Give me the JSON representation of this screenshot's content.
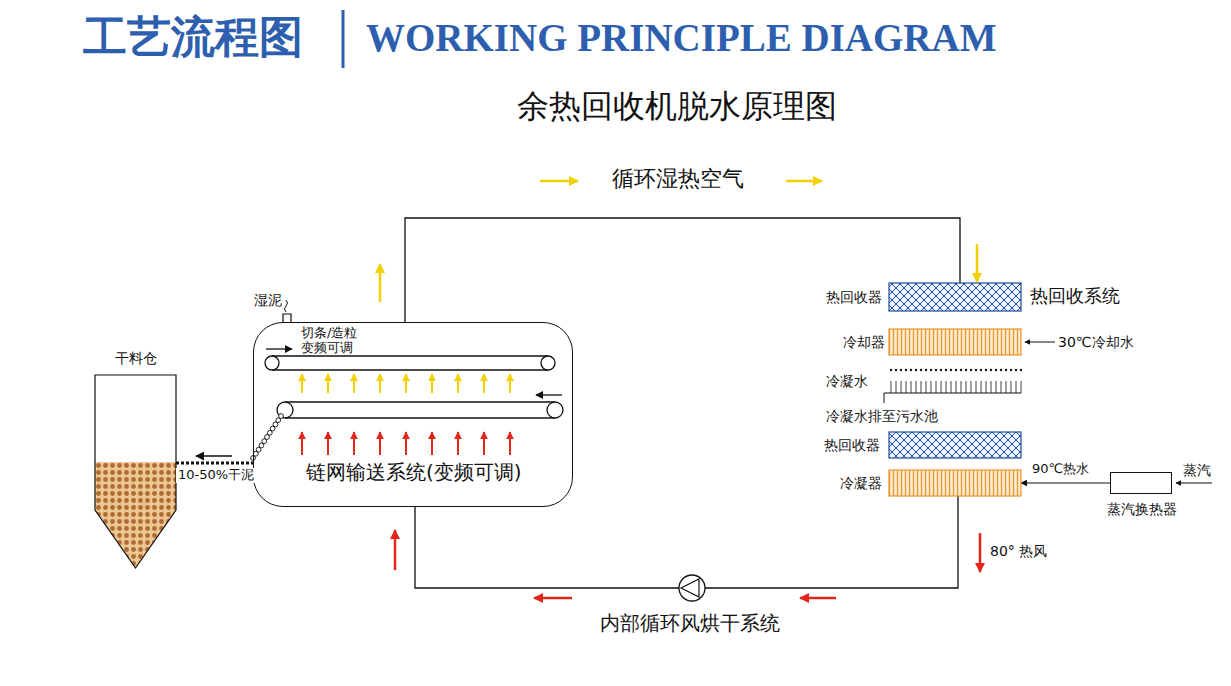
{
  "diagram": {
    "title": "余热回收机脱水原理图",
    "nodes": [
      {
        "text": [
          "干料仓"
        ]
      },
      {
        "text": [
          "切条/造粒 变频可调",
          "链网输送系统(变频可调)"
        ]
      },
      {
        "text": [
          "热回收器",
          "热回收系统"
        ]
      },
      {
        "text": [
          "冷却器"
        ]
      },
      {
        "text": [
          "热回收器"
        ]
      },
      {
        "text": [
          "冷凝器"
        ]
      },
      {
        "text": [
          "蒸汽换热器"
        ]
      }
    ],
    "edges": [
      {
        "from": 1,
        "to": 2,
        "arrow": "none",
        "label": "循环湿热空气"
      },
      {
        "from": 5,
        "to": 1,
        "arrow": "none",
        "label": "内部循环风烘干系统"
      },
      {
        "from": 1,
        "to": 0,
        "arrow": "none",
        "label": "10-50%干泥"
      },
      {
        "from": 6,
        "to": 5,
        "arrow": "to",
        "label": "90℃热水"
      }
    ],
    "labels": [
      "工艺流程图",
      "WORKING PRINCIPLE DIAGRAM",
      "湿泥",
      "30℃冷却水",
      "冷凝水",
      "冷凝水排至污水池",
      "蒸汽",
      "80° 热风"
    ]
  }
}
